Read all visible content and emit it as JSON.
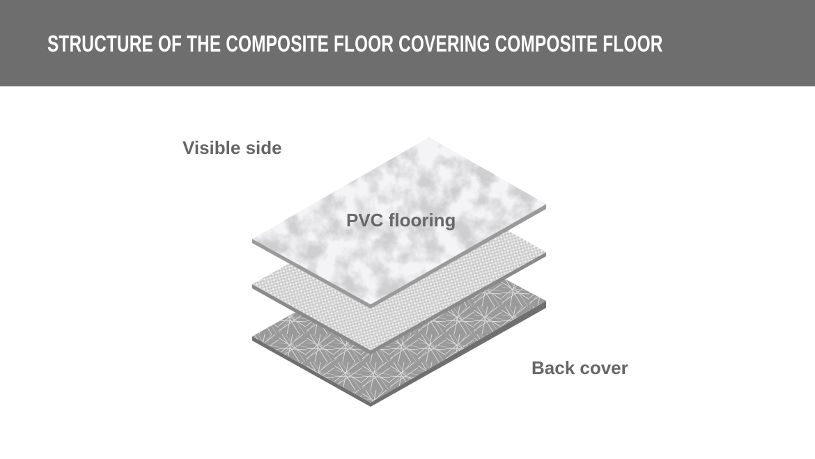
{
  "header": {
    "title": "STRUCTURE OF THE COMPOSITE FLOOR COVERING COMPOSITE FLOOR"
  },
  "labels": {
    "visible_side": "Visible side",
    "pvc_flooring": "PVC flooring",
    "back_cover": "Back cover"
  },
  "colors": {
    "header_bg": "#6e6e6e",
    "label_text": "#666666"
  },
  "layers": [
    {
      "name": "pvc-flooring-layer",
      "texture": "marble"
    },
    {
      "name": "woven-mesh-layer",
      "texture": "woven"
    },
    {
      "name": "back-cover-layer",
      "texture": "fiberglass"
    }
  ]
}
